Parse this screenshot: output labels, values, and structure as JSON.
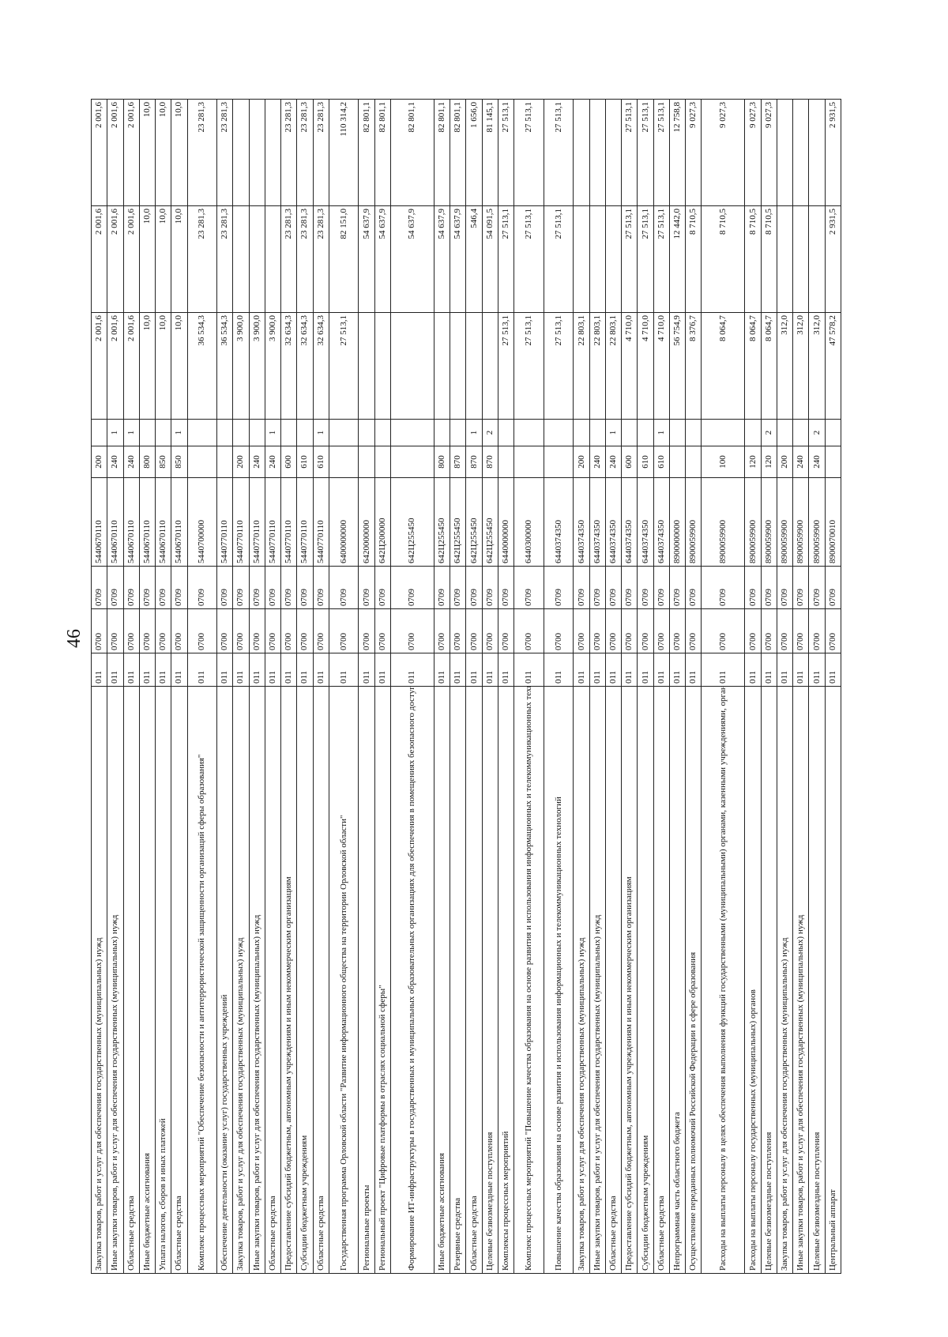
{
  "page": {
    "number": "46"
  },
  "columns": [
    "name",
    "ministry",
    "section",
    "subsection",
    "target",
    "expense_type",
    "source",
    "sum_2022",
    "sum_2023",
    "sum_2024"
  ],
  "rows": [
    [
      "Закупка товаров, работ и услуг для обеспечения государственных (муниципальных) нужд",
      "011",
      "0700",
      "0709",
      "5440670110",
      "200",
      "",
      "2 001,6",
      "2 001,6",
      "2 001,6"
    ],
    [
      "Иные закупки товаров, работ и услуг для обеспечения государственных (муниципальных) нужд",
      "011",
      "0700",
      "0709",
      "5440670110",
      "240",
      "1",
      "2 001,6",
      "2 001,6",
      "2 001,6"
    ],
    [
      "Областные средства",
      "011",
      "0700",
      "0709",
      "5440670110",
      "240",
      "1",
      "2 001,6",
      "2 001,6",
      "2 001,6"
    ],
    [
      "Иные бюджетные ассигнования",
      "011",
      "0700",
      "0709",
      "5440670110",
      "800",
      "",
      "10,0",
      "10,0",
      "10,0"
    ],
    [
      "Уплата налогов, сборов и иных платежей",
      "011",
      "0700",
      "0709",
      "5440670110",
      "850",
      "",
      "10,0",
      "10,0",
      "10,0"
    ],
    [
      "Областные средства",
      "011",
      "0700",
      "0709",
      "5440670110",
      "850",
      "1",
      "10,0",
      "10,0",
      "10,0"
    ],
    [
      "Комплекс процессных мероприятий \"Обеспечение безопасности и антитеррористической защищенности организаций сферы образования\"",
      "011",
      "0700",
      "0709",
      "5440700000",
      "",
      "",
      "36 534,3",
      "23 281,3",
      "23 281,3"
    ],
    [
      "Обеспечение деятельности (оказание услуг) государственных учреждений",
      "011",
      "0700",
      "0709",
      "5440770110",
      "",
      "",
      "36 534,3",
      "23 281,3",
      "23 281,3"
    ],
    [
      "Закупка товаров, работ и услуг для обеспечения государственных (муниципальных) нужд",
      "011",
      "0700",
      "0709",
      "5440770110",
      "200",
      "",
      "3 900,0",
      "",
      ""
    ],
    [
      "Иные закупки товаров, работ и услуг для обеспечения государственных (муниципальных) нужд",
      "011",
      "0700",
      "0709",
      "5440770110",
      "240",
      "",
      "3 900,0",
      "",
      ""
    ],
    [
      "Областные средства",
      "011",
      "0700",
      "0709",
      "5440770110",
      "240",
      "1",
      "3 900,0",
      "",
      ""
    ],
    [
      "Предоставление субсидий бюджетным, автономным учреждениям и иным некоммерческим организациям",
      "011",
      "0700",
      "0709",
      "5440770110",
      "600",
      "",
      "32 634,3",
      "23 281,3",
      "23 281,3"
    ],
    [
      "Субсидии бюджетным учреждениям",
      "011",
      "0700",
      "0709",
      "5440770110",
      "610",
      "",
      "32 634,3",
      "23 281,3",
      "23 281,3"
    ],
    [
      "Областные средства",
      "011",
      "0700",
      "0709",
      "5440770110",
      "610",
      "1",
      "32 634,3",
      "23 281,3",
      "23 281,3"
    ],
    [
      "Государственная программа Орловской области \"Развитие информационного общества на территории Орловской области\"",
      "011",
      "0700",
      "0709",
      "6400000000",
      "",
      "",
      "27 513,1",
      "82 151,0",
      "110 314,2"
    ],
    [
      "Региональные проекты",
      "011",
      "0700",
      "0709",
      "6420000000",
      "",
      "",
      "",
      "54 637,9",
      "82 801,1"
    ],
    [
      "Региональный проект \"Цифровые платформы в отраслях социальной сферы\"",
      "011",
      "0700",
      "0709",
      "642Ц200000",
      "",
      "",
      "",
      "54 637,9",
      "82 801,1"
    ],
    [
      "Формирование ИТ-инфраструктуры в государственных и муниципальных образовательных организациях для обеспечения в помещениях безопасного доступа к государственным, муниципальным и иным информационным системам, а также к информационно-телекоммуникационной сети \"Интернет\"",
      "011",
      "0700",
      "0709",
      "642Ц255450",
      "",
      "",
      "",
      "54 637,9",
      "82 801,1"
    ],
    [
      "Иные бюджетные ассигнования",
      "011",
      "0700",
      "0709",
      "642Ц255450",
      "800",
      "",
      "",
      "54 637,9",
      "82 801,1"
    ],
    [
      "Резервные средства",
      "011",
      "0700",
      "0709",
      "642Ц255450",
      "870",
      "",
      "",
      "54 637,9",
      "82 801,1"
    ],
    [
      "Областные средства",
      "011",
      "0700",
      "0709",
      "642Ц255450",
      "870",
      "1",
      "",
      "546,4",
      "1 656,0"
    ],
    [
      "Целевые безвозмездные поступления",
      "011",
      "0700",
      "0709",
      "642Ц255450",
      "870",
      "2",
      "",
      "54 091,5",
      "81 145,1"
    ],
    [
      "Комплексы процессных мероприятий",
      "011",
      "0700",
      "0709",
      "6440000000",
      "",
      "",
      "27 513,1",
      "27 513,1",
      "27 513,1"
    ],
    [
      "Комплекс процессных мероприятий \"Повышение качества образования на основе развития и использования информационных и телекоммуникационных технологий\"",
      "011",
      "0700",
      "0709",
      "6440300000",
      "",
      "",
      "27 513,1",
      "27 513,1",
      "27 513,1"
    ],
    [
      "Повышение качества образования на основе развития и использования информационных и телекоммуникационных технологий",
      "011",
      "0700",
      "0709",
      "6440374350",
      "",
      "",
      "27 513,1",
      "27 513,1",
      "27 513,1"
    ],
    [
      "Закупка товаров, работ и услуг для обеспечения государственных (муниципальных) нужд",
      "011",
      "0700",
      "0709",
      "6440374350",
      "200",
      "",
      "22 803,1",
      "",
      ""
    ],
    [
      "Иные закупки товаров, работ и услуг для обеспечения государственных (муниципальных) нужд",
      "011",
      "0700",
      "0709",
      "6440374350",
      "240",
      "",
      "22 803,1",
      "",
      ""
    ],
    [
      "Областные средства",
      "011",
      "0700",
      "0709",
      "6440374350",
      "240",
      "1",
      "22 803,1",
      "",
      ""
    ],
    [
      "Предоставление субсидий бюджетным, автономным учреждениям и иным некоммерческим организациям",
      "011",
      "0700",
      "0709",
      "6440374350",
      "600",
      "",
      "4 710,0",
      "27 513,1",
      "27 513,1"
    ],
    [
      "Субсидии бюджетным учреждениям",
      "011",
      "0700",
      "0709",
      "6440374350",
      "610",
      "",
      "4 710,0",
      "27 513,1",
      "27 513,1"
    ],
    [
      "Областные средства",
      "011",
      "0700",
      "0709",
      "6440374350",
      "610",
      "1",
      "4 710,0",
      "27 513,1",
      "27 513,1"
    ],
    [
      "Непрограммная часть областного бюджета",
      "011",
      "0700",
      "0709",
      "8900000000",
      "",
      "",
      "56 754,9",
      "12 442,0",
      "12 758,8"
    ],
    [
      "Осуществление переданных полномочий Российской Федерации в сфере образования",
      "011",
      "0700",
      "0709",
      "8900059900",
      "",
      "",
      "8 376,7",
      "8 710,5",
      "9 027,3"
    ],
    [
      "Расходы на выплаты персоналу в целях обеспечения выполнения функций государственными (муниципальными) органами, казенными учреждениями, органами управления государственными внебюджетными фондами",
      "011",
      "0700",
      "0709",
      "8900059900",
      "100",
      "",
      "8 064,7",
      "8 710,5",
      "9 027,3"
    ],
    [
      "Расходы на выплаты персоналу государственных (муниципальных) органов",
      "011",
      "0700",
      "0709",
      "8900059900",
      "120",
      "",
      "8 064,7",
      "8 710,5",
      "9 027,3"
    ],
    [
      "Целевые безвозмездные поступления",
      "011",
      "0700",
      "0709",
      "8900059900",
      "120",
      "2",
      "8 064,7",
      "8 710,5",
      "9 027,3"
    ],
    [
      "Закупка товаров, работ и услуг для обеспечения государственных (муниципальных) нужд",
      "011",
      "0700",
      "0709",
      "8900059900",
      "200",
      "",
      "312,0",
      "",
      ""
    ],
    [
      "Иные закупки товаров, работ и услуг для обеспечения государственных (муниципальных) нужд",
      "011",
      "0700",
      "0709",
      "8900059900",
      "240",
      "",
      "312,0",
      "",
      ""
    ],
    [
      "Целевые безвозмездные поступления",
      "011",
      "0700",
      "0709",
      "8900059900",
      "240",
      "2",
      "312,0",
      "",
      ""
    ],
    [
      "Центральный аппарат",
      "011",
      "0700",
      "0709",
      "8900070010",
      "",
      "",
      "47 578,2",
      "2 931,5",
      "2 931,5"
    ]
  ]
}
